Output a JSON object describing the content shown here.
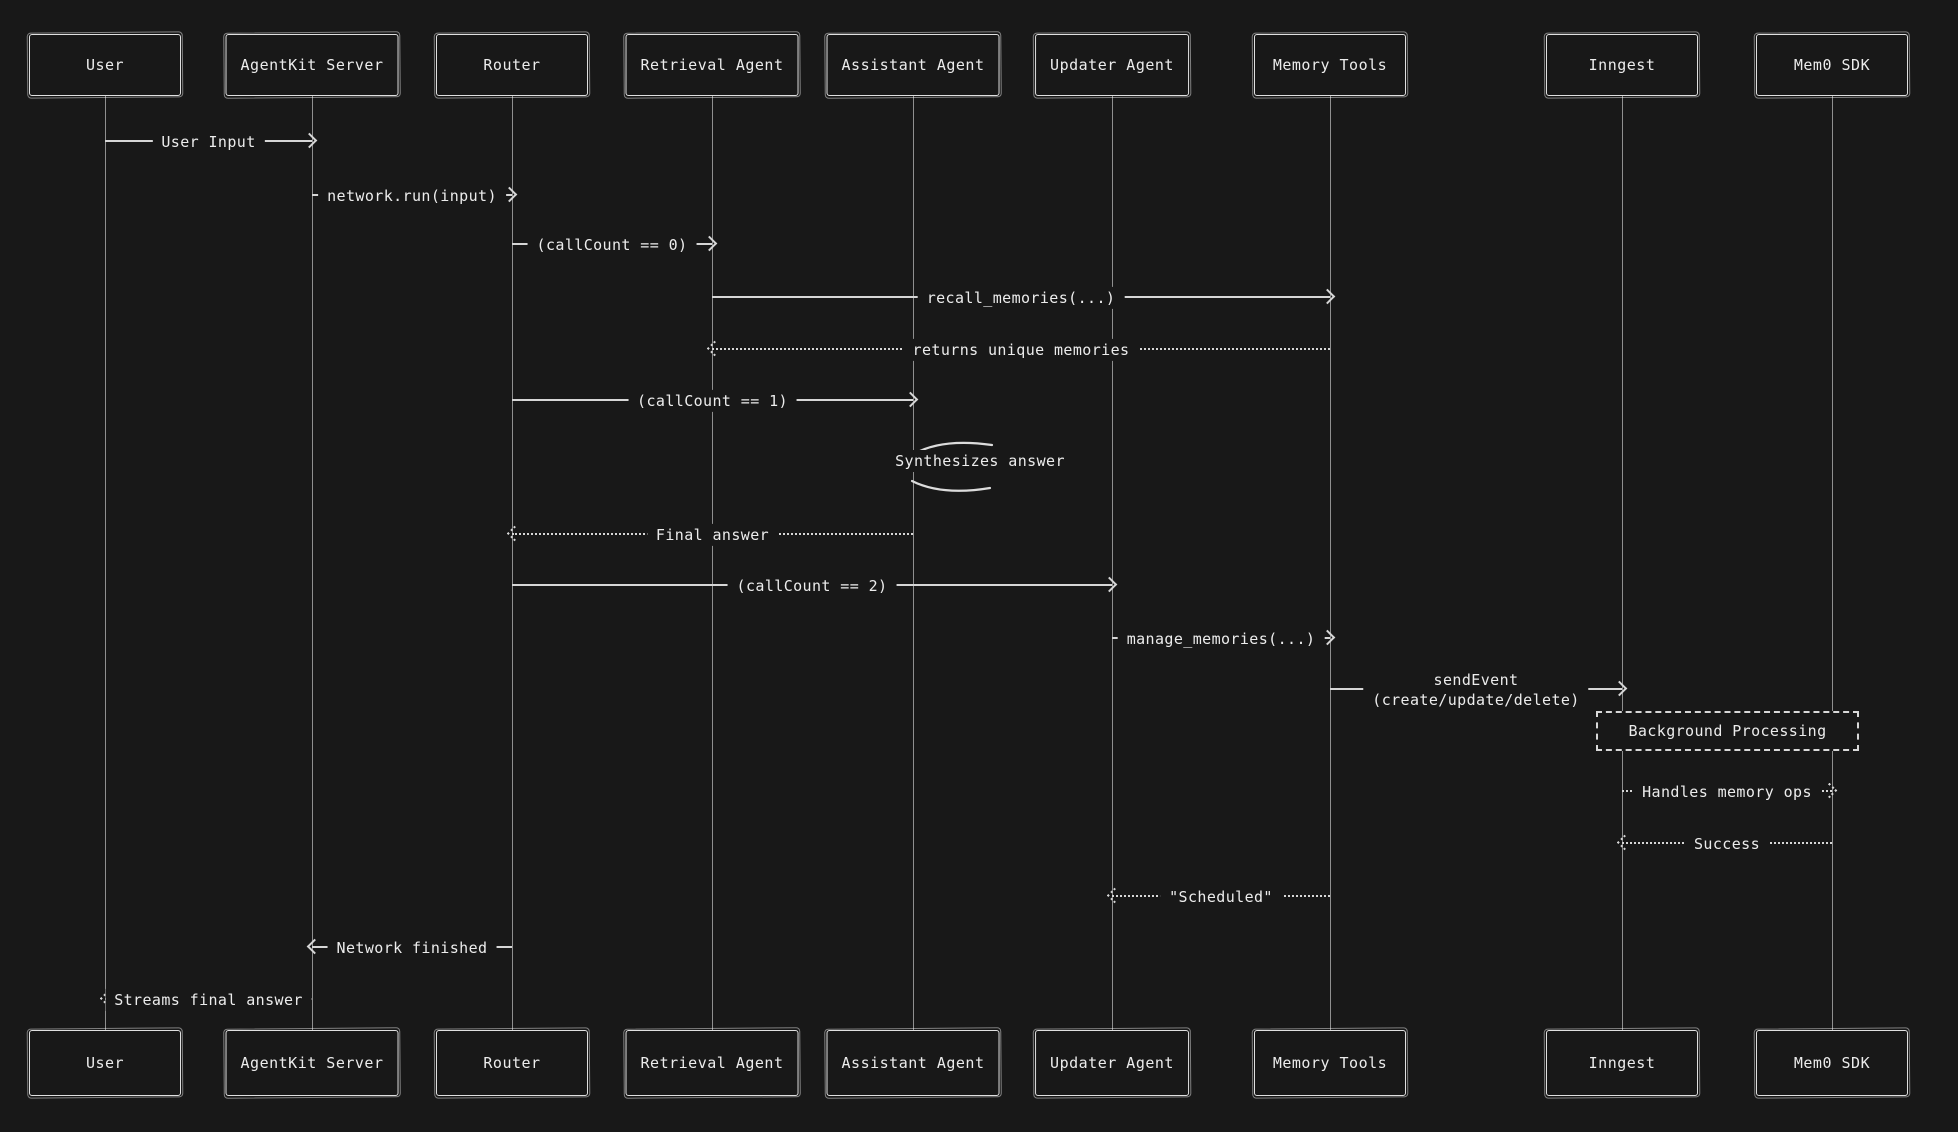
{
  "colors": {
    "background": "#181818",
    "stroke": "#d6d6d6",
    "lifeline": "#8f8f8f",
    "text": "#ececec"
  },
  "diagram": {
    "type": "sequence-diagram",
    "participants": [
      {
        "id": "user",
        "label": "User"
      },
      {
        "id": "agentkit-server",
        "label": "AgentKit Server"
      },
      {
        "id": "router",
        "label": "Router"
      },
      {
        "id": "retrieval-agent",
        "label": "Retrieval Agent"
      },
      {
        "id": "assistant-agent",
        "label": "Assistant Agent"
      },
      {
        "id": "updater-agent",
        "label": "Updater Agent"
      },
      {
        "id": "memory-tools",
        "label": "Memory Tools"
      },
      {
        "id": "inngest",
        "label": "Inngest"
      },
      {
        "id": "mem0-sdk",
        "label": "Mem0 SDK"
      }
    ],
    "messages": [
      {
        "label": "User Input",
        "from": "User",
        "to": "AgentKit Server",
        "style": "solid"
      },
      {
        "label": "network.run(input)",
        "from": "AgentKit Server",
        "to": "Router",
        "style": "solid"
      },
      {
        "label": "(callCount == 0)",
        "from": "Router",
        "to": "Retrieval Agent",
        "style": "solid"
      },
      {
        "label": "recall_memories(...)",
        "from": "Retrieval Agent",
        "to": "Memory Tools",
        "style": "solid"
      },
      {
        "label": "returns unique memories",
        "from": "Memory Tools",
        "to": "Retrieval Agent",
        "style": "dotted"
      },
      {
        "label": "(callCount == 1)",
        "from": "Router",
        "to": "Assistant Agent",
        "style": "solid"
      },
      {
        "label": "Final answer",
        "from": "Assistant Agent",
        "to": "Router",
        "style": "dotted"
      },
      {
        "label": "(callCount == 2)",
        "from": "Router",
        "to": "Updater Agent",
        "style": "solid"
      },
      {
        "label": "manage_memories(...)",
        "from": "Updater Agent",
        "to": "Memory Tools",
        "style": "solid"
      },
      {
        "label": "sendEvent\n(create/update/delete)",
        "from": "Memory Tools",
        "to": "Inngest",
        "style": "solid"
      },
      {
        "label": "Handles memory ops",
        "from": "Inngest",
        "to": "Mem0 SDK",
        "style": "dotted"
      },
      {
        "label": "Success",
        "from": "Mem0 SDK",
        "to": "Inngest",
        "style": "dotted"
      },
      {
        "label": "\"Scheduled\"",
        "from": "Memory Tools",
        "to": "Updater Agent",
        "style": "dotted"
      },
      {
        "label": "Network finished",
        "from": "Router",
        "to": "AgentKit Server",
        "style": "solid"
      },
      {
        "label": "Streams final answer",
        "from": "AgentKit Server",
        "to": "User",
        "style": "dotted"
      }
    ],
    "note": {
      "label": "Synthesizes answer",
      "participant": "Assistant Agent"
    },
    "background_box": {
      "label": "Background Processing"
    }
  }
}
